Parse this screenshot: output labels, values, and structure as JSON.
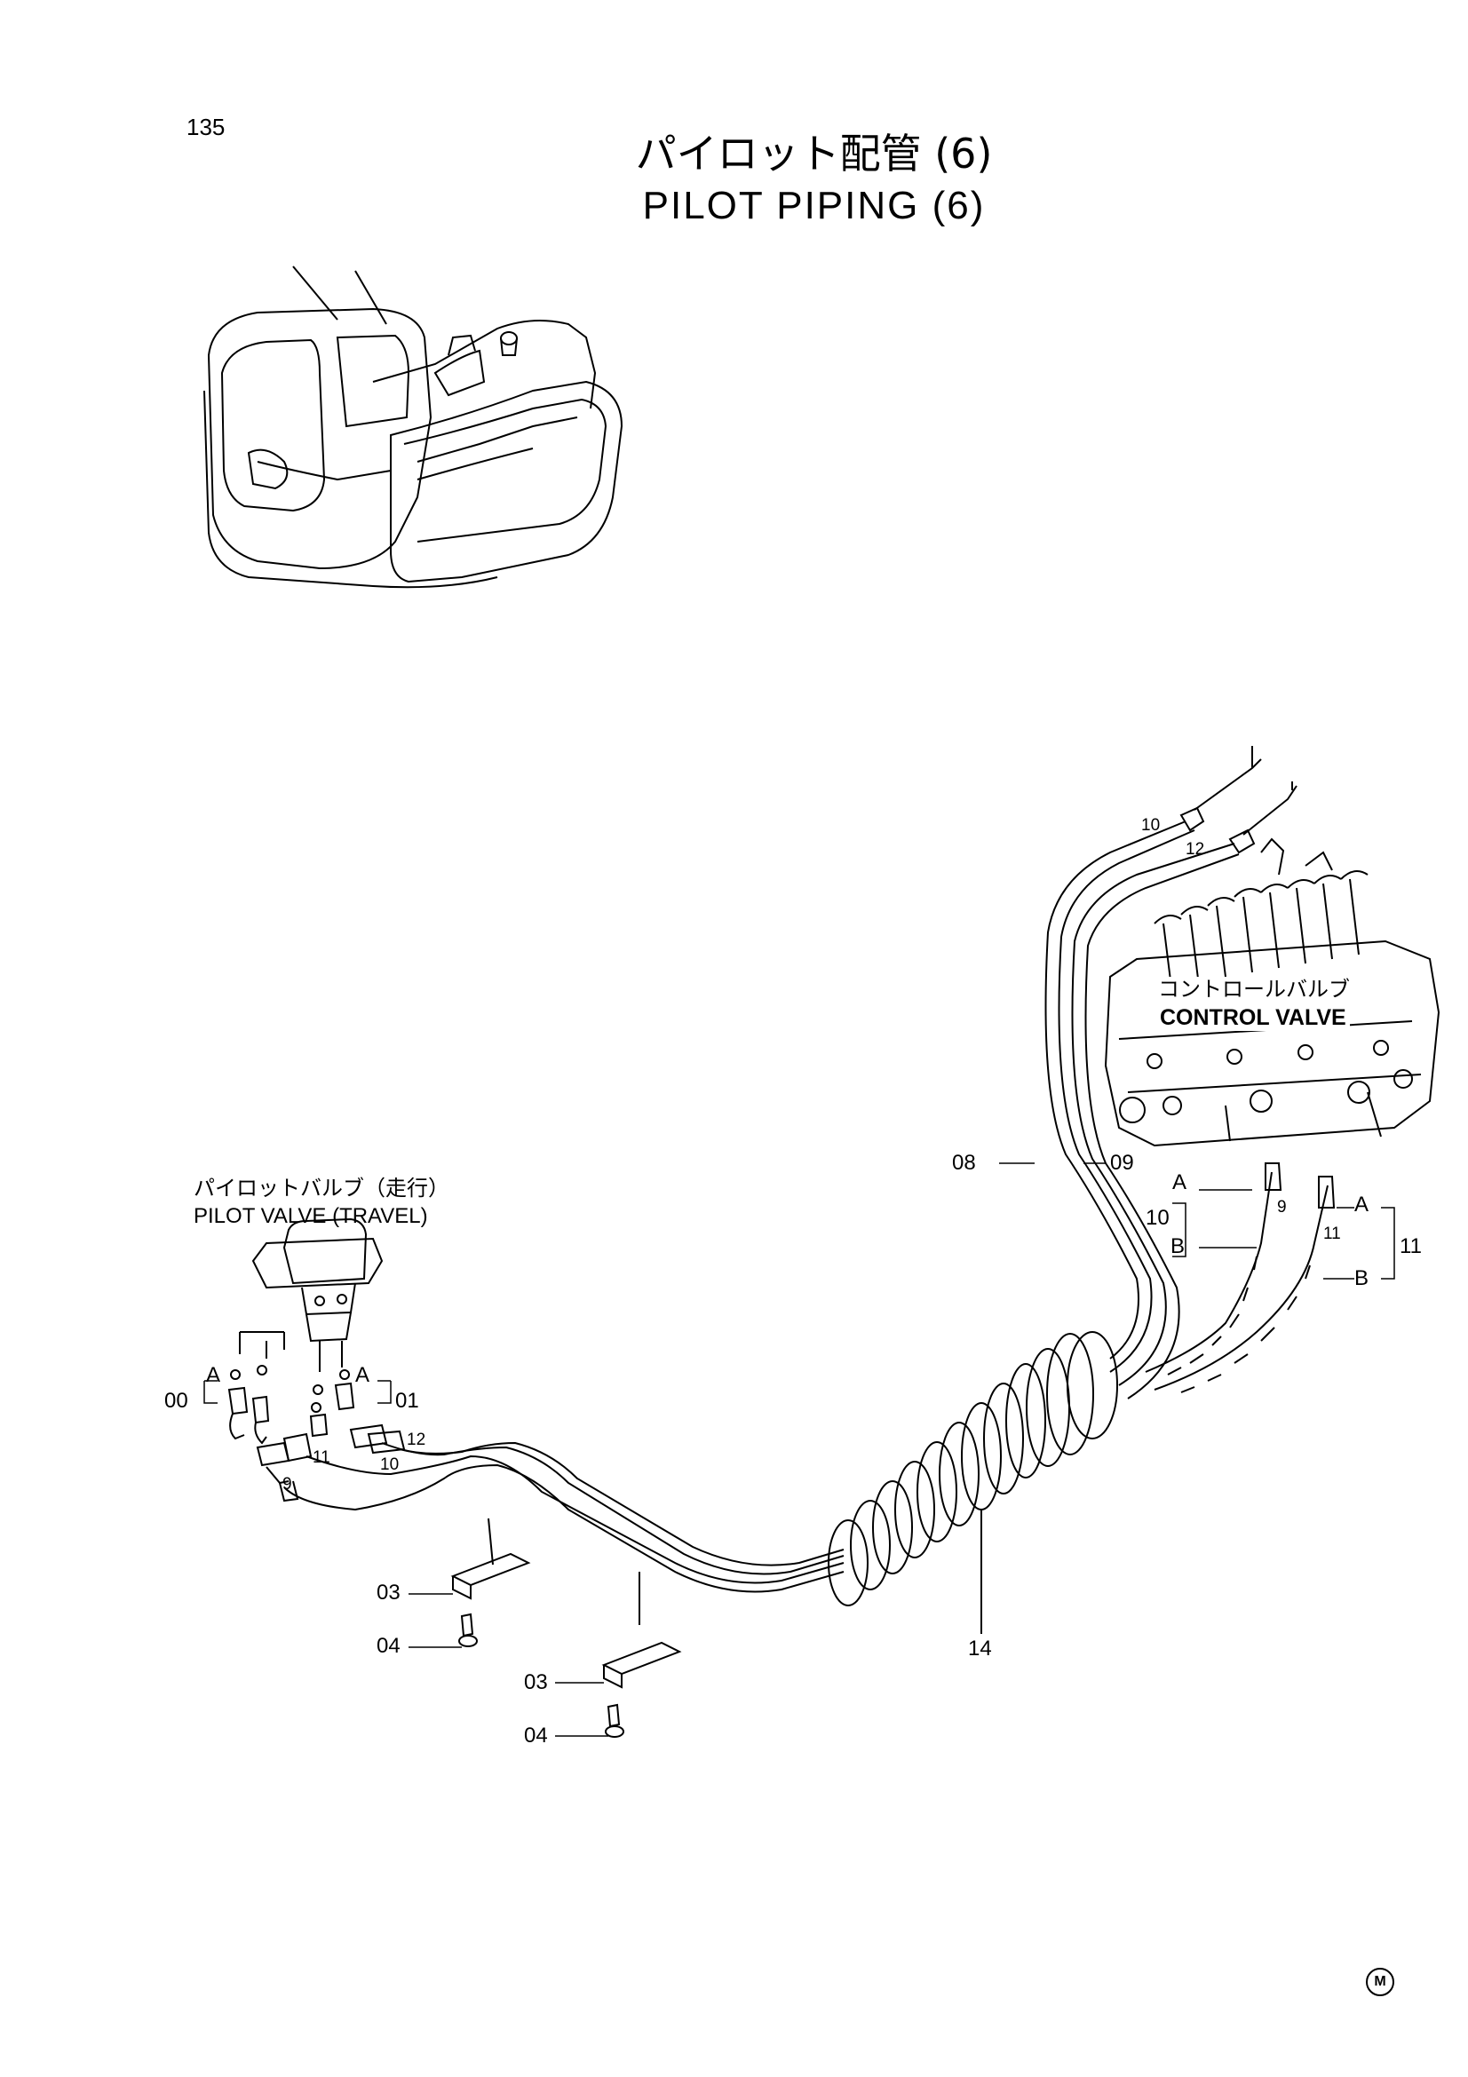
{
  "page_number": "135",
  "title": {
    "japanese": "パイロット配管 (6)",
    "english": "PILOT PIPING (6)"
  },
  "components": {
    "control_valve": {
      "japanese": "コントロールバルブ",
      "english": "CONTROL VALVE"
    },
    "pilot_valve": {
      "japanese": "パイロットバルブ（走行）",
      "english": "PILOT VALVE (TRAVEL)"
    }
  },
  "callouts": {
    "p00": "00",
    "p01": "01",
    "p03a": "03",
    "p03b": "03",
    "p04a": "04",
    "p04b": "04",
    "p08": "08",
    "p09": "09",
    "p10_top": "10",
    "p12_top": "12",
    "p10_right": "10",
    "p11_right": "11",
    "p14": "14",
    "n9_left": "9",
    "n11_left": "11",
    "n10_left": "10",
    "n12_left": "12",
    "n9_right": "9",
    "n11_right": "11",
    "a_left": "A",
    "a_mid": "A",
    "a_right1": "A",
    "b_right1": "B",
    "a_right2": "A",
    "b_right2": "B"
  },
  "footer_mark": "M"
}
